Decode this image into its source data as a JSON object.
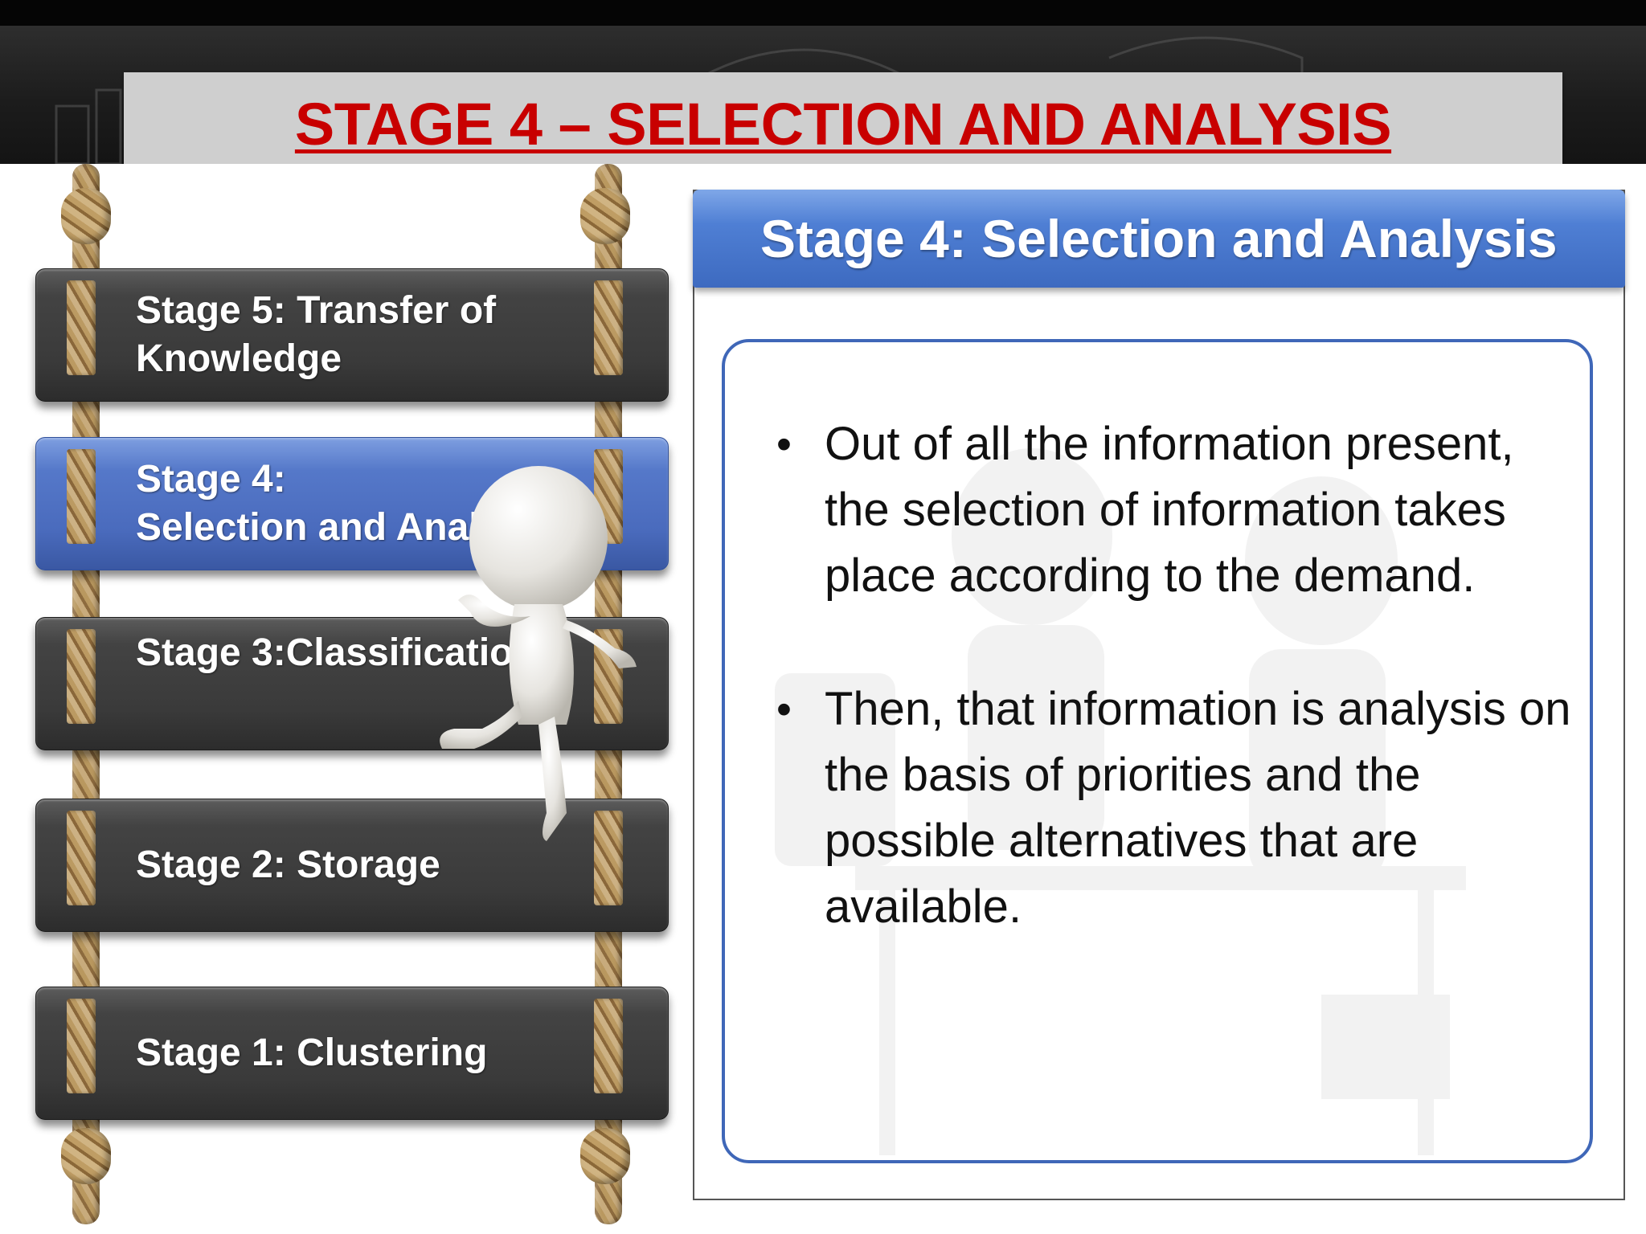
{
  "slide": {
    "title": "STAGE 4 – SELECTION AND ANALYSIS"
  },
  "ladder": {
    "stages": [
      {
        "label": "Stage 5: Transfer of\nKnowledge",
        "active": false
      },
      {
        "label": "Stage 4:\nSelection and Anal",
        "active": true
      },
      {
        "label": "Stage 3:Classificatio",
        "active": false
      },
      {
        "label": "Stage 2: Storage",
        "active": false
      },
      {
        "label": "Stage 1: Clustering",
        "active": false
      }
    ]
  },
  "panel": {
    "heading": "Stage 4: Selection and Analysis",
    "bullets": [
      "Out of all the information present, the selection of information takes place according to the demand.",
      "Then, that information is analysis on the basis of priorities and the possible alternatives that are available."
    ],
    "bullet_glyph": "•"
  },
  "colors": {
    "title_red": "#c80000",
    "active_blue": "#4a6bbd",
    "rung_dark": "#3a3a3a",
    "panel_border_blue": "#3f67b8"
  },
  "icons": [
    "climbing-figure-icon",
    "rope-icon"
  ]
}
